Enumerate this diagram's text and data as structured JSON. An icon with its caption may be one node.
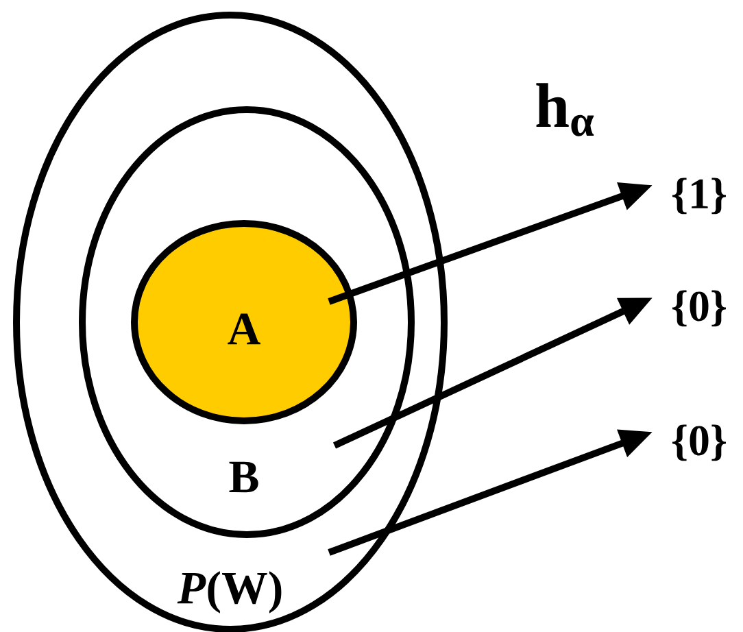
{
  "diagram": {
    "nodes": [
      {
        "text": [
          "*P*(W)"
        ]
      },
      {
        "text": [
          "B"
        ],
        "in": 0
      },
      {
        "text": [
          "A"
        ],
        "in": 1
      },
      {
        "text": [
          "{1}"
        ]
      },
      {
        "text": [
          "{0}"
        ]
      },
      {
        "text": [
          "{0}"
        ]
      }
    ],
    "edges": [
      {
        "from": 2,
        "to": 3,
        "arrow": "to"
      },
      {
        "from": 1,
        "to": 4,
        "arrow": "to"
      },
      {
        "from": 0,
        "to": 5,
        "arrow": "to"
      }
    ],
    "labels": [
      "h$_{α}$"
    ]
  }
}
